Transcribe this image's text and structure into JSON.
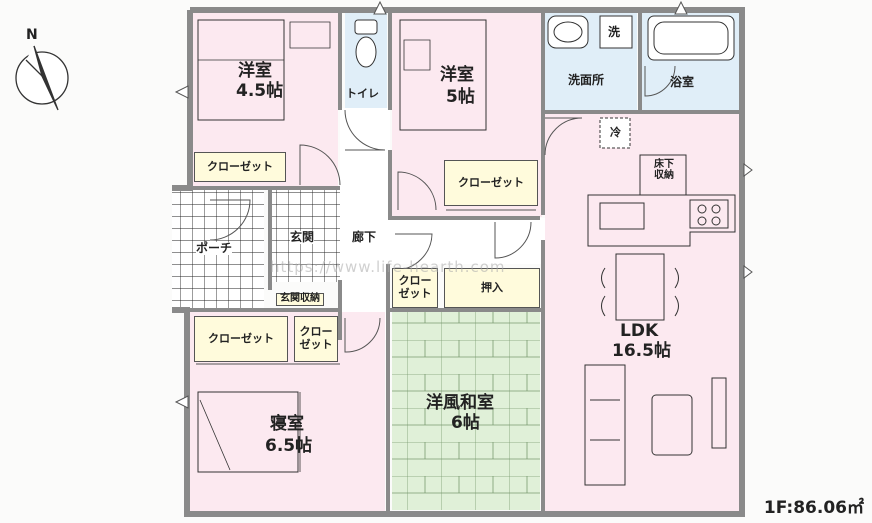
{
  "compass": {
    "north_label": "N"
  },
  "rooms": {
    "western_45": {
      "name": "洋室",
      "size": "4.5帖"
    },
    "toilet": {
      "name": "トイレ"
    },
    "western_5": {
      "name": "洋室",
      "size": "5帖"
    },
    "washroom": {
      "name": "洗面所"
    },
    "washer": {
      "name": "洗"
    },
    "bath": {
      "name": "浴室"
    },
    "fridge": {
      "name": "冷"
    },
    "underfloor": {
      "name": "床下\n収納"
    },
    "porch": {
      "name": "ポーチ"
    },
    "entrance": {
      "name": "玄関"
    },
    "hallway": {
      "name": "廊下"
    },
    "entrance_storage": {
      "name": "玄関収納"
    },
    "ldk": {
      "name": "LDK",
      "size": "16.5帖"
    },
    "bedroom": {
      "name": "寝室",
      "size": "6.5帖"
    },
    "japanese": {
      "name": "洋風和室",
      "size": "6帖"
    }
  },
  "closets": {
    "closet_a": "クローゼット",
    "closet_b": "クローゼット",
    "closet_c": "クロー\nゼット",
    "closet_d": "クローゼット",
    "closet_e": "クロー\nゼット",
    "oshiire": "押入"
  },
  "watermark": "https://www.life-hearth.com",
  "floor_area": "1F:86.06㎡",
  "colors": {
    "pink_room": "#fce9f0",
    "blue_room": "#e0eef8",
    "tatami": "#e0f0d8",
    "closet": "#fffbdc",
    "wall": "#8a8a8a"
  }
}
